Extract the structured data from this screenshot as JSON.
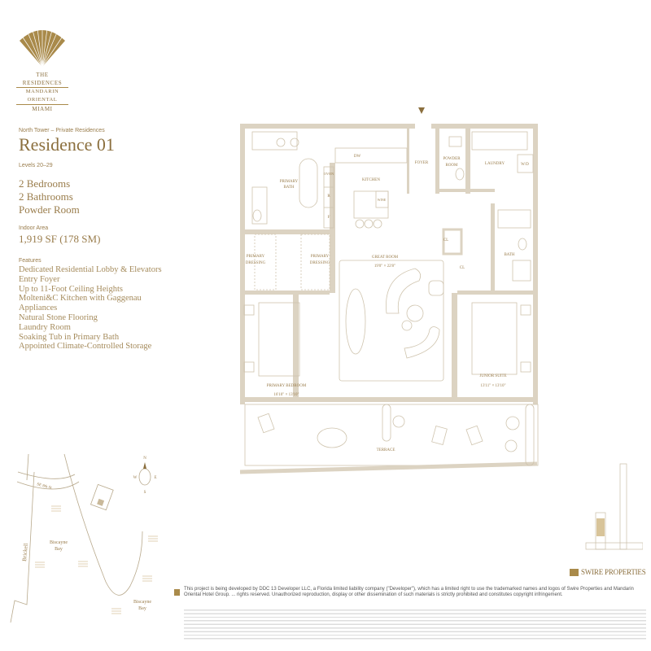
{
  "brand": {
    "logo_lines": [
      "THE RESIDENCES",
      "MANDARIN ORIENTAL",
      "MIAMI"
    ],
    "logo_color": "#a98a4a"
  },
  "residence": {
    "subtitle": "North Tower – Private Residences",
    "title": "Residence 01",
    "levels": "Levels 20–29",
    "rooms": [
      "2 Bedrooms",
      "2 Bathrooms",
      "Powder Room"
    ],
    "area_label": "Indoor Area",
    "area_value": "1,919 SF (178 SM)",
    "features_label": "Features",
    "features": [
      "Dedicated Residential Lobby & Elevators",
      "Entry Foyer",
      "Up to 11-Foot Ceiling Heights",
      "Molteni&C Kitchen with Gaggenau Appliances",
      "Natural Stone Flooring",
      "Laundry Room",
      "Soaking Tub in Primary Bath",
      "Appointed Climate-Controlled Storage"
    ]
  },
  "floorplan": {
    "rooms": {
      "primary_bath": [
        "PRIMARY",
        "BATH"
      ],
      "oven": "OVEN",
      "r": "R",
      "f": "F",
      "dw": "DW",
      "kitchen": "KITCHEN",
      "wine": "WINE",
      "foyer": "FOYER",
      "powder_room": [
        "POWDER",
        "ROOM"
      ],
      "laundry": "LAUNDRY",
      "wd": "W/D",
      "cl1": "CL",
      "cl2": "CL",
      "bath": "BATH",
      "primary_dressing_left": [
        "PRIMARY",
        "DRESSING"
      ],
      "primary_dressing_right": [
        "PRIMARY",
        "DRESSING"
      ],
      "great_room": "GREAT ROOM",
      "great_room_dims": "19'0\" × 22'8\"",
      "primary_bedroom": "PRIMARY BEDROOM",
      "primary_bedroom_dims": "16'10\" × 13'10\"",
      "junior_suite": "JUNIOR SUITE",
      "junior_suite_dims": "13'11\" × 13'10\"",
      "terrace": "TERRACE"
    },
    "wall_color": "#dcd3c2",
    "line_color": "#c9bea8"
  },
  "map": {
    "street": "SE 8th St.",
    "avenue": "Brickell",
    "water_1": [
      "Biscayne",
      "Bay"
    ],
    "water_2": [
      "Biscayne",
      "Bay"
    ],
    "compass": {
      "n": "N",
      "s": "S",
      "e": "E",
      "w": "W"
    }
  },
  "developer": {
    "name": "SWIRE PROPERTIES"
  },
  "disclaimer": {
    "text": "This project is being developed by DDC 13 Developer LLC, a Florida limited liability company (\"Developer\"), which has a limited right to use the trademarked names and logos of Swire Properties and Mandarin Oriental Hotel Group. ... rights reserved. Unauthorized reproduction, display or other dissemination of such materials is strictly prohibited and constitutes copyright infringement."
  }
}
